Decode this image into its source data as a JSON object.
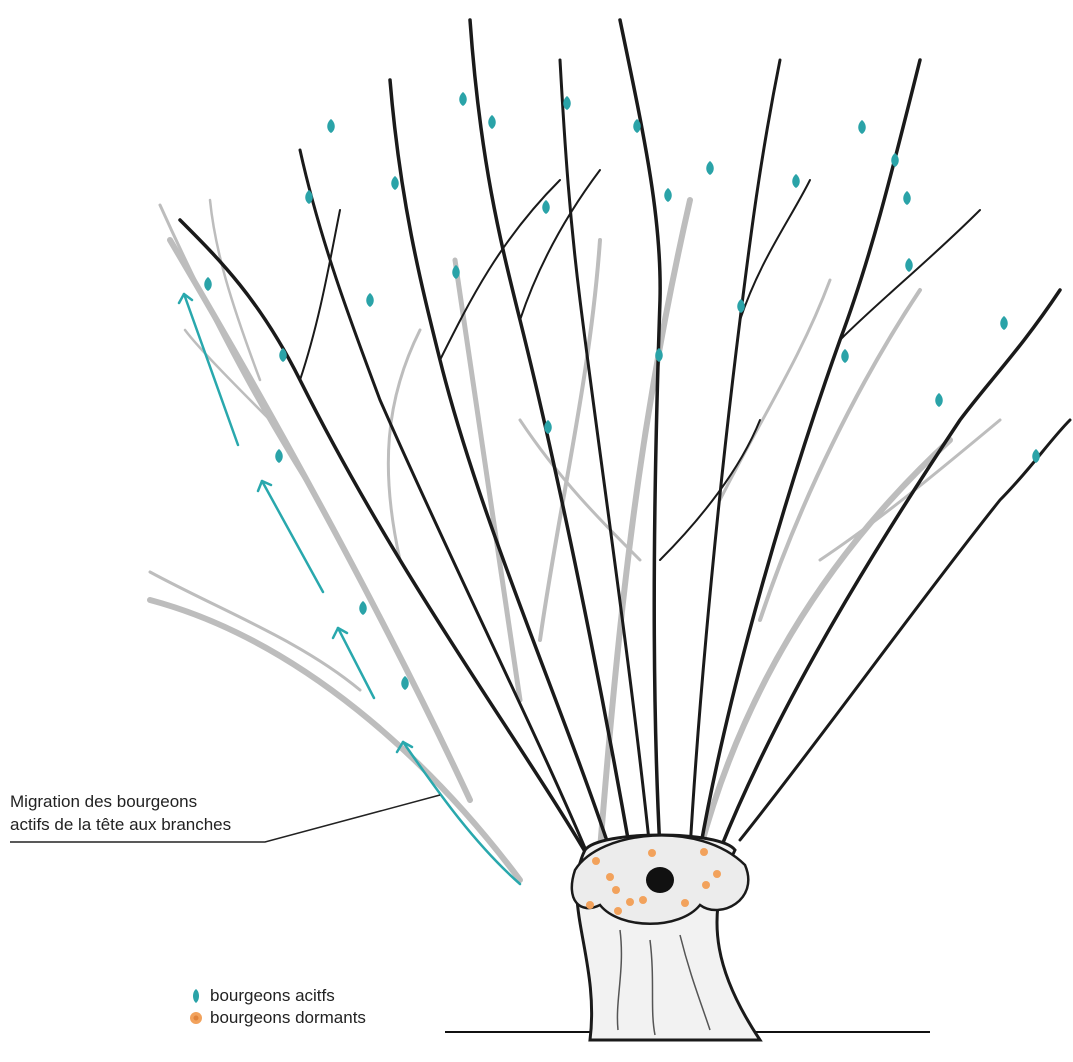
{
  "annotation": {
    "line1": "Migration des bourgeons",
    "line2": "actifs de la tête aux branches"
  },
  "legend": {
    "active": "bourgeons acitfs",
    "dormant": "bourgeons dormants"
  },
  "colors": {
    "active_bud": "#2aa3a8",
    "dormant_bud": "#f2a25c",
    "branch_dark": "#1a1a1a",
    "branch_old": "#bdbdbd",
    "arrow": "#29a8ad"
  }
}
